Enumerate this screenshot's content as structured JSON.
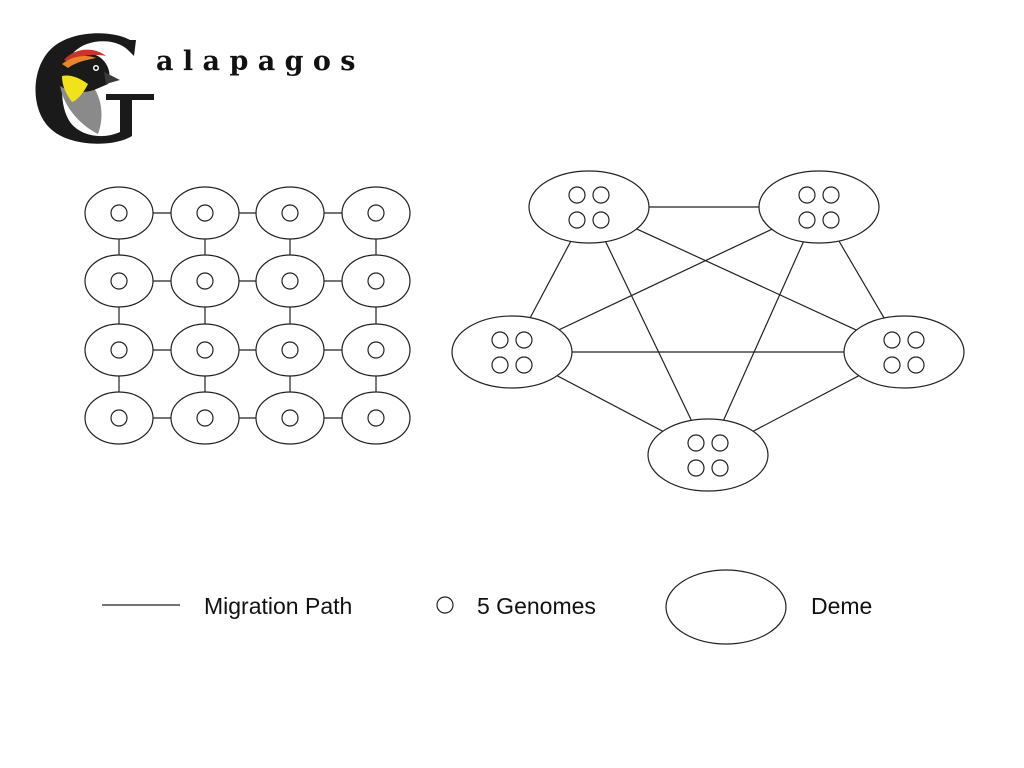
{
  "logo": {
    "wordmark": "a l a p a g o s",
    "icon": "finch-bird-icon"
  },
  "legend": {
    "migration_label": "Migration Path",
    "genomes_label": "5 Genomes",
    "deme_label": "Deme"
  },
  "grid_topology": {
    "rows": 4,
    "cols": 4,
    "genomes_per_deme": 1
  },
  "full_topology": {
    "demes": 5,
    "genomes_per_deme": 4,
    "fully_connected": true
  },
  "colors": {
    "stroke": "#222222",
    "logo_black": "#1a1a1a",
    "logo_gray": "#8a8a8a",
    "finch_red": "#c8352a",
    "finch_orange": "#e8862a",
    "finch_yellow": "#f2e21c"
  }
}
